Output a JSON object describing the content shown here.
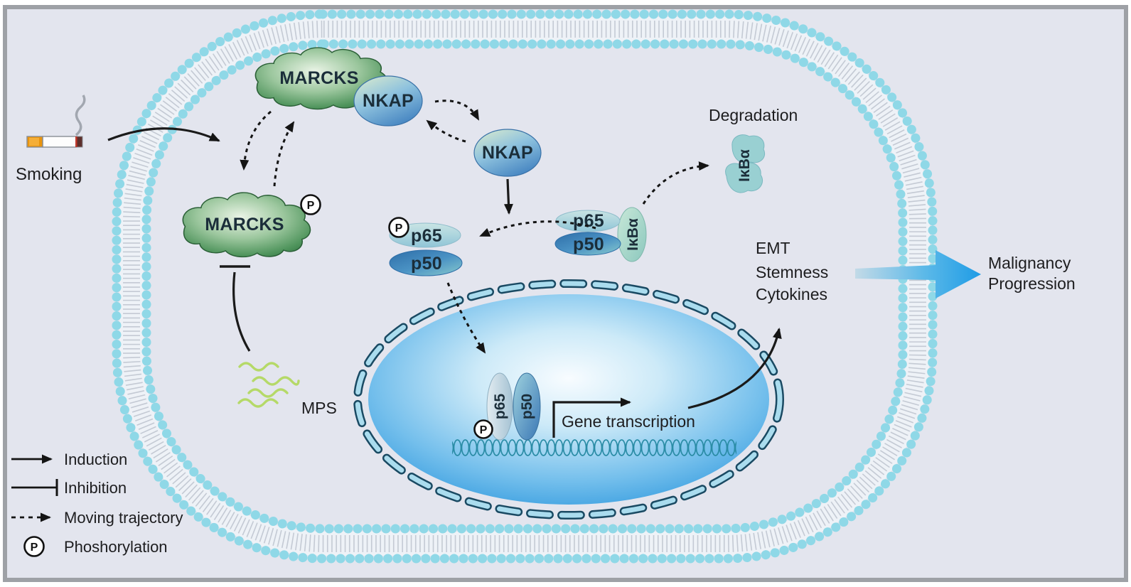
{
  "colors": {
    "background": "#e3e5ee",
    "frame_border": "#9ea1a6",
    "membrane_bead": "#8fd8e7",
    "nucleus_blue": "#3b9fe0",
    "marcks_green": "#2f7040",
    "nkap_blue": "#4282c0",
    "p50_blue": "#4089c0",
    "p65_teal": "#a9d3e2",
    "ikba_teal": "#9bd2c4",
    "mps_green": "#b5d968",
    "big_arrow_blue": "#1f9ce6",
    "dna_teal": "#2a8ca6"
  },
  "stimulus": {
    "label": "Smoking"
  },
  "proteins": {
    "marcks_membrane": "MARCKS",
    "nkap_bound": "NKAP",
    "nkap_free": "NKAP",
    "marcks_phospho": "MARCKS",
    "p65_cyto": "p65",
    "p50_cyto": "p50",
    "p65_complex": "p65",
    "p50_complex": "p50",
    "ikba_complex": "IκBα",
    "ikba_degraded": "IκBα",
    "p65_nuclear": "p65",
    "p50_nuclear": "p50"
  },
  "annotations": {
    "degradation": "Degradation",
    "gene_transcription": "Gene transcription",
    "mps": "MPS"
  },
  "outputs": {
    "line1": "EMT",
    "line2": "Stemness",
    "line3": "Cytokines"
  },
  "outcome": {
    "line1": "Malignancy",
    "line2": "Progression"
  },
  "legend": {
    "induction": "Induction",
    "inhibition": "Inhibition",
    "moving_trajectory": "Moving trajectory",
    "phosphorylation": "Phoshorylation"
  },
  "symbols": {
    "phospho": "P"
  }
}
